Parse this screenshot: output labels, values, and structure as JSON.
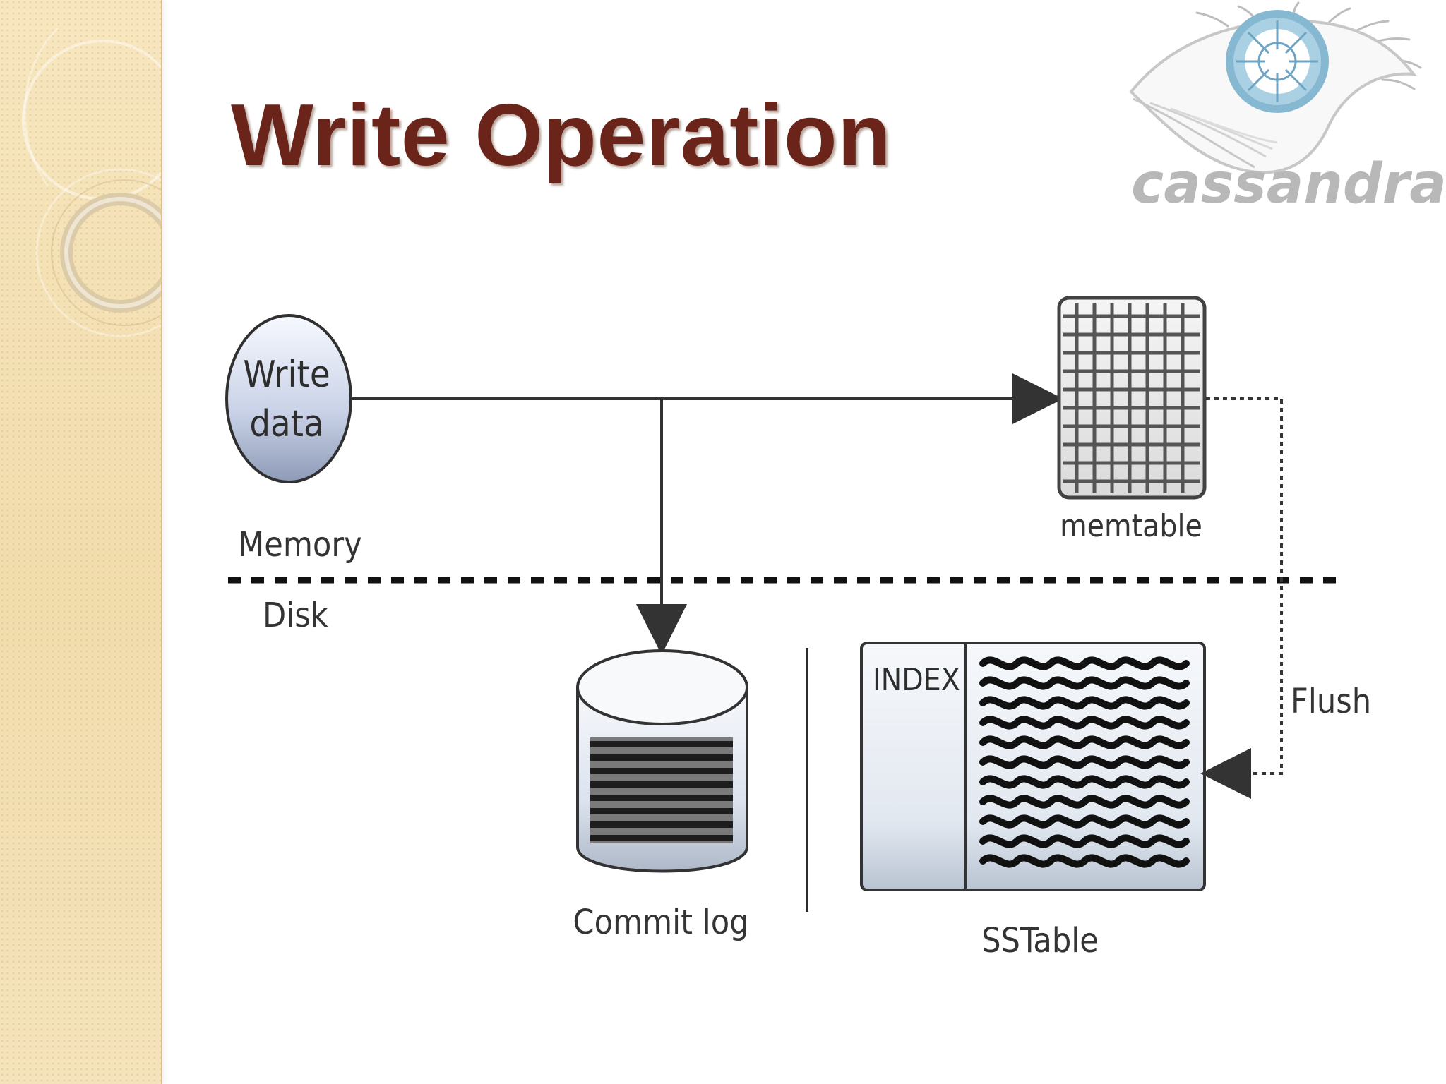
{
  "slide": {
    "title": "Write Operation",
    "logo_text": "cassandra",
    "colors": {
      "title": "#6a241a",
      "sidebar": "#f3dfb2",
      "logo": "#b8b8b8",
      "eye_iris": "#7fb1cf"
    }
  },
  "diagram": {
    "labels": {
      "write_data_line1": "Write",
      "write_data_line2": "data",
      "memory": "Memory",
      "disk": "Disk",
      "memtable": "memtable",
      "commit_log": "Commit log",
      "sstable": "SSTable",
      "index": "INDEX",
      "flush": "Flush"
    },
    "icons": [
      "write-data-circle",
      "memtable-grid",
      "commit-log-cylinder",
      "sstable-index-block",
      "cassandra-eye-logo"
    ]
  }
}
